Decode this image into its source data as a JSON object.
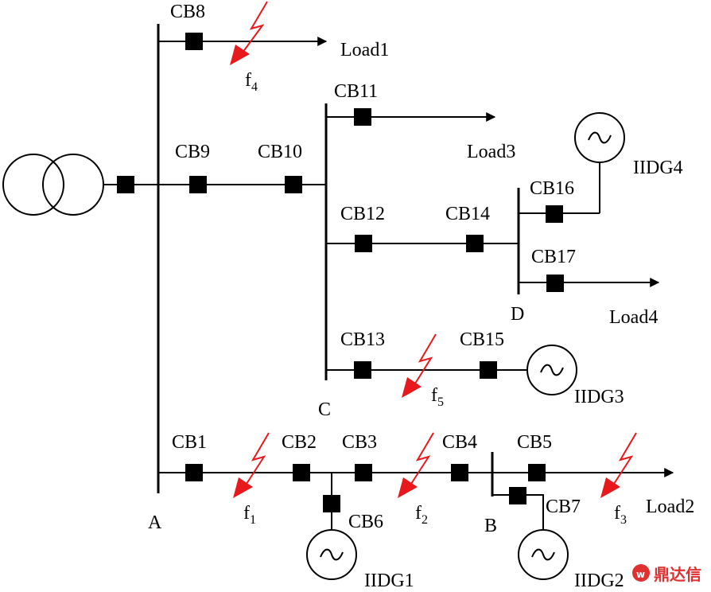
{
  "buses": {
    "a": "A",
    "b": "B",
    "c": "C",
    "d": "D"
  },
  "breakers": {
    "cb1": "CB1",
    "cb2": "CB2",
    "cb3": "CB3",
    "cb4": "CB4",
    "cb5": "CB5",
    "cb6": "CB6",
    "cb7": "CB7",
    "cb8": "CB8",
    "cb9": "CB9",
    "cb10": "CB10",
    "cb11": "CB11",
    "cb12": "CB12",
    "cb13": "CB13",
    "cb14": "CB14",
    "cb15": "CB15",
    "cb16": "CB16",
    "cb17": "CB17"
  },
  "loads": {
    "load1": "Load1",
    "load2": "Load2",
    "load3": "Load3",
    "load4": "Load4"
  },
  "generators": {
    "iidg1": "IIDG1",
    "iidg2": "IIDG2",
    "iidg3": "IIDG3",
    "iidg4": "IIDG4"
  },
  "faults": {
    "letter": "f",
    "f1": "1",
    "f2": "2",
    "f3": "3",
    "f4": "4",
    "f5": "5"
  },
  "watermark": "鼎达信",
  "colors": {
    "line": "#000000",
    "fault": "#e8191c",
    "watermark": "#e03030"
  }
}
